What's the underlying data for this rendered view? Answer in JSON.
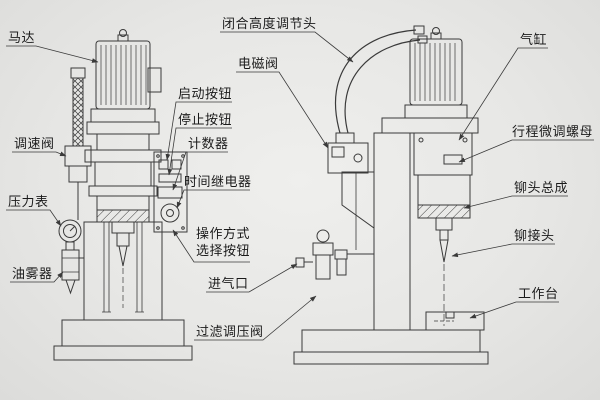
{
  "labels": {
    "motor": "马达",
    "speed_valve": "调速阀",
    "pressure_gauge": "压力表",
    "oil_mister": "油雾器",
    "start_button": "启动按钮",
    "stop_button": "停止按钮",
    "counter": "计数器",
    "time_relay": "时间继电器",
    "mode_select": "操作方式选择按钮",
    "air_inlet": "进气口",
    "filter_regulator": "过滤调压阀",
    "solenoid_valve": "电磁阀",
    "close_height_adjuster": "闭合高度调节头",
    "air_cylinder": "气缸",
    "stroke_fine_nut": "行程微调螺母",
    "rivet_head_assembly": "铆头总成",
    "rivet_joint": "铆接头",
    "worktable": "工作台"
  },
  "colors": {
    "background": "#e9e9e7",
    "line": "#3a3a3a",
    "text": "#1a1a1a"
  }
}
